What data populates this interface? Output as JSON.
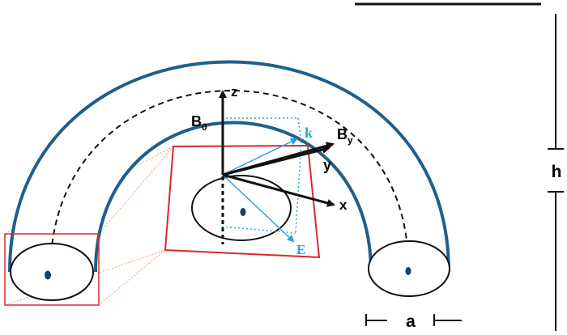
{
  "labels": {
    "b0": "B",
    "b0_sub": "0",
    "z": "z",
    "y": "y",
    "x": "x",
    "k": "k",
    "by": "B",
    "by_sub": "y",
    "e": "E",
    "h": "h",
    "a": "a"
  },
  "colors": {
    "tube_edge": "#1f5f8b",
    "field_vector": "#29a3dd",
    "inset_frame": "#d62a2a",
    "projection": "#f0a070",
    "axes": "#111111",
    "footpoint": "#1b3f66"
  }
}
